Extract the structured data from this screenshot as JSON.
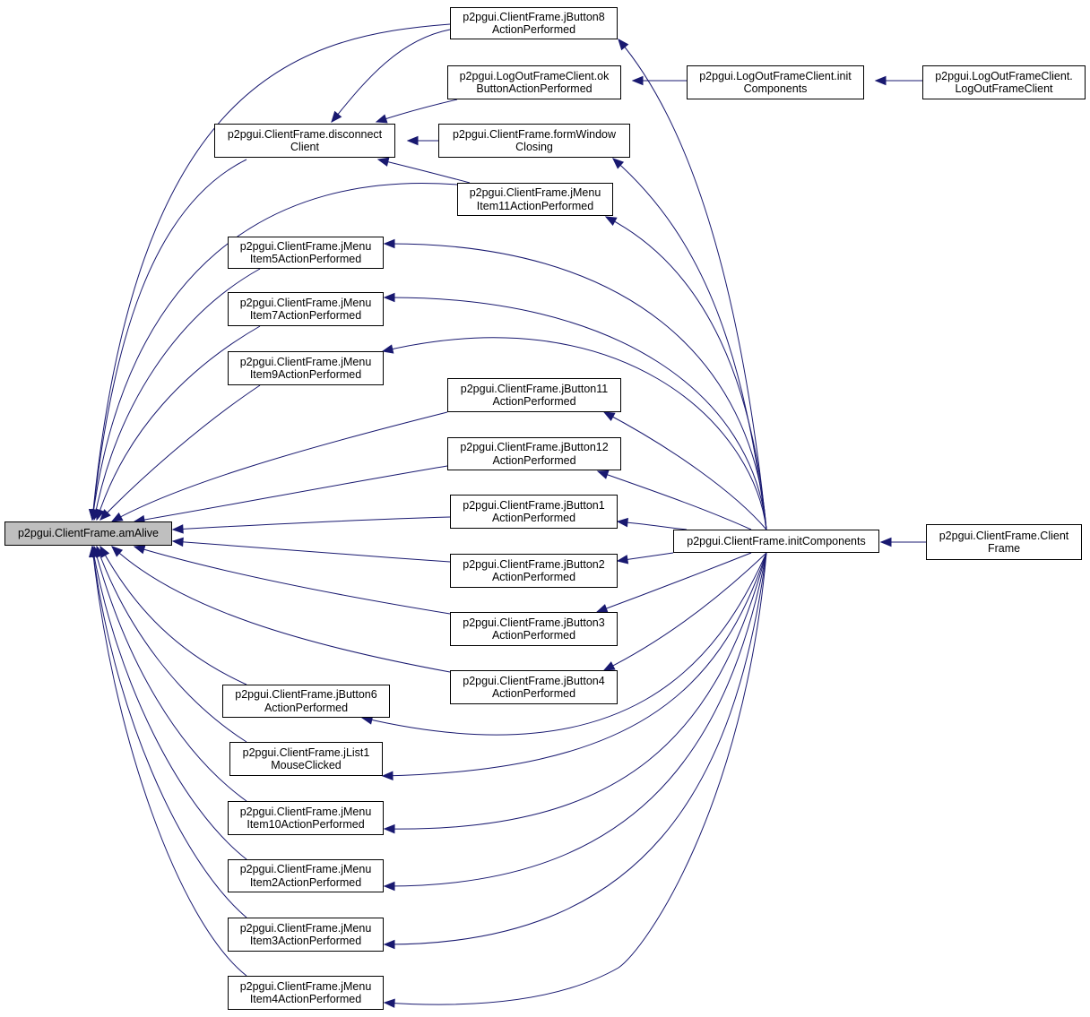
{
  "colors": {
    "edge": "#191970",
    "focus_fill": "#bfbfbf",
    "node_border": "#000000"
  },
  "nodes": [
    {
      "id": "amAlive",
      "lines": [
        "p2pgui.ClientFrame.amAlive"
      ],
      "focus": true
    },
    {
      "id": "jButton8",
      "lines": [
        "p2pgui.ClientFrame.jButton8",
        "ActionPerformed"
      ]
    },
    {
      "id": "okButton",
      "lines": [
        "p2pgui.LogOutFrameClient.ok",
        "ButtonActionPerformed"
      ]
    },
    {
      "id": "disconnect",
      "lines": [
        "p2pgui.ClientFrame.disconnect",
        "Client"
      ]
    },
    {
      "id": "formWindow",
      "lines": [
        "p2pgui.ClientFrame.formWindow",
        "Closing"
      ]
    },
    {
      "id": "jMenu11",
      "lines": [
        "p2pgui.ClientFrame.jMenu",
        "Item11ActionPerformed"
      ]
    },
    {
      "id": "jMenu5",
      "lines": [
        "p2pgui.ClientFrame.jMenu",
        "Item5ActionPerformed"
      ]
    },
    {
      "id": "jMenu7",
      "lines": [
        "p2pgui.ClientFrame.jMenu",
        "Item7ActionPerformed"
      ]
    },
    {
      "id": "jMenu9",
      "lines": [
        "p2pgui.ClientFrame.jMenu",
        "Item9ActionPerformed"
      ]
    },
    {
      "id": "jButton11",
      "lines": [
        "p2pgui.ClientFrame.jButton11",
        "ActionPerformed"
      ]
    },
    {
      "id": "jButton12",
      "lines": [
        "p2pgui.ClientFrame.jButton12",
        "ActionPerformed"
      ]
    },
    {
      "id": "jButton1",
      "lines": [
        "p2pgui.ClientFrame.jButton1",
        "ActionPerformed"
      ]
    },
    {
      "id": "jButton2",
      "lines": [
        "p2pgui.ClientFrame.jButton2",
        "ActionPerformed"
      ]
    },
    {
      "id": "jButton3",
      "lines": [
        "p2pgui.ClientFrame.jButton3",
        "ActionPerformed"
      ]
    },
    {
      "id": "jButton4",
      "lines": [
        "p2pgui.ClientFrame.jButton4",
        "ActionPerformed"
      ]
    },
    {
      "id": "jButton6",
      "lines": [
        "p2pgui.ClientFrame.jButton6",
        "ActionPerformed"
      ]
    },
    {
      "id": "jList1",
      "lines": [
        "p2pgui.ClientFrame.jList1",
        "MouseClicked"
      ]
    },
    {
      "id": "jMenu10",
      "lines": [
        "p2pgui.ClientFrame.jMenu",
        "Item10ActionPerformed"
      ]
    },
    {
      "id": "jMenu2",
      "lines": [
        "p2pgui.ClientFrame.jMenu",
        "Item2ActionPerformed"
      ]
    },
    {
      "id": "jMenu3",
      "lines": [
        "p2pgui.ClientFrame.jMenu",
        "Item3ActionPerformed"
      ]
    },
    {
      "id": "jMenu4",
      "lines": [
        "p2pgui.ClientFrame.jMenu",
        "Item4ActionPerformed"
      ]
    },
    {
      "id": "logoutInit",
      "lines": [
        "p2pgui.LogOutFrameClient.init",
        "Components"
      ]
    },
    {
      "id": "logoutCtor",
      "lines": [
        "p2pgui.LogOutFrameClient.",
        "LogOutFrameClient"
      ]
    },
    {
      "id": "initComponents",
      "lines": [
        "p2pgui.ClientFrame.initComponents"
      ]
    },
    {
      "id": "clientCtor",
      "lines": [
        "p2pgui.ClientFrame.Client",
        "Frame"
      ]
    }
  ],
  "edges": [
    {
      "from": "jButton8",
      "to": "amAlive"
    },
    {
      "from": "disconnect",
      "to": "amAlive"
    },
    {
      "from": "jMenu11",
      "to": "amAlive"
    },
    {
      "from": "jMenu5",
      "to": "amAlive"
    },
    {
      "from": "jMenu7",
      "to": "amAlive"
    },
    {
      "from": "jMenu9",
      "to": "amAlive"
    },
    {
      "from": "jButton11",
      "to": "amAlive"
    },
    {
      "from": "jButton12",
      "to": "amAlive"
    },
    {
      "from": "jButton1",
      "to": "amAlive"
    },
    {
      "from": "jButton2",
      "to": "amAlive"
    },
    {
      "from": "jButton3",
      "to": "amAlive"
    },
    {
      "from": "jButton4",
      "to": "amAlive"
    },
    {
      "from": "jButton6",
      "to": "amAlive"
    },
    {
      "from": "jList1",
      "to": "amAlive"
    },
    {
      "from": "jMenu10",
      "to": "amAlive"
    },
    {
      "from": "jMenu2",
      "to": "amAlive"
    },
    {
      "from": "jMenu3",
      "to": "amAlive"
    },
    {
      "from": "jMenu4",
      "to": "amAlive"
    },
    {
      "from": "jButton8",
      "to": "disconnect"
    },
    {
      "from": "okButton",
      "to": "disconnect"
    },
    {
      "from": "formWindow",
      "to": "disconnect"
    },
    {
      "from": "jMenu11",
      "to": "disconnect"
    },
    {
      "from": "logoutInit",
      "to": "okButton"
    },
    {
      "from": "logoutCtor",
      "to": "logoutInit"
    },
    {
      "from": "initComponents",
      "to": "jButton8"
    },
    {
      "from": "initComponents",
      "to": "formWindow"
    },
    {
      "from": "initComponents",
      "to": "jMenu11"
    },
    {
      "from": "initComponents",
      "to": "jMenu5"
    },
    {
      "from": "initComponents",
      "to": "jMenu7"
    },
    {
      "from": "initComponents",
      "to": "jMenu9"
    },
    {
      "from": "initComponents",
      "to": "jButton11"
    },
    {
      "from": "initComponents",
      "to": "jButton12"
    },
    {
      "from": "initComponents",
      "to": "jButton1"
    },
    {
      "from": "initComponents",
      "to": "jButton2"
    },
    {
      "from": "initComponents",
      "to": "jButton3"
    },
    {
      "from": "initComponents",
      "to": "jButton4"
    },
    {
      "from": "initComponents",
      "to": "jButton6"
    },
    {
      "from": "initComponents",
      "to": "jList1"
    },
    {
      "from": "initComponents",
      "to": "jMenu10"
    },
    {
      "from": "initComponents",
      "to": "jMenu2"
    },
    {
      "from": "initComponents",
      "to": "jMenu3"
    },
    {
      "from": "initComponents",
      "to": "jMenu4"
    },
    {
      "from": "clientCtor",
      "to": "initComponents"
    }
  ]
}
